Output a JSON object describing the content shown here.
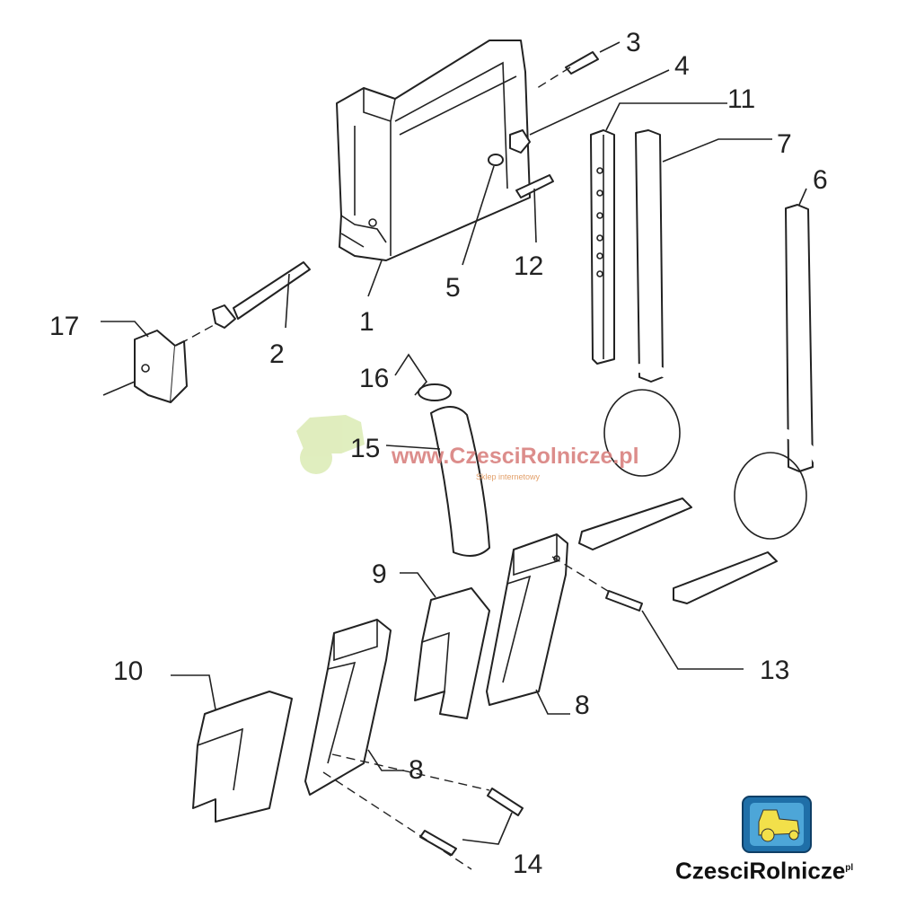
{
  "diagram": {
    "part_labels": {
      "p1": "1",
      "p2": "2",
      "p3": "3",
      "p4": "4",
      "p5": "5",
      "p6": "6",
      "p7": "7",
      "p8a": "8",
      "p8b": "8",
      "p9": "9",
      "p10": "10",
      "p11": "11",
      "p12": "12",
      "p13": "13",
      "p14": "14",
      "p15": "15",
      "p16": "16",
      "p17": "17"
    }
  },
  "watermark": {
    "url": "www.CzesciRolnicze.pl",
    "tagline": "Sklep internetowy"
  },
  "logo": {
    "text": "CzesciRolnicze",
    "suffix": "pl",
    "colors": {
      "frame": "#1f6fa8",
      "tractor": "#f2e04a"
    }
  }
}
